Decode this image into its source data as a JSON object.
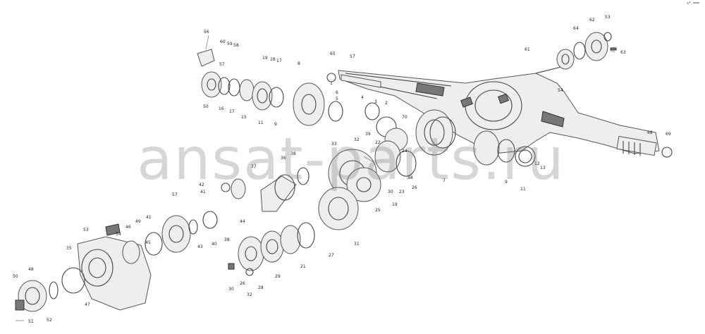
{
  "watermark": "ansat-parts.ru",
  "corner_mark": "s* ===",
  "callouts": [
    {
      "id": "c56",
      "text": "56"
    },
    {
      "id": "c60",
      "text": "60"
    },
    {
      "id": "c59",
      "text": "59"
    },
    {
      "id": "c58",
      "text": "58"
    },
    {
      "id": "c57a",
      "text": "57"
    },
    {
      "id": "c50a",
      "text": "50"
    },
    {
      "id": "c16a",
      "text": "16"
    },
    {
      "id": "c17a",
      "text": "17"
    },
    {
      "id": "c15a",
      "text": "15"
    },
    {
      "id": "c11a",
      "text": "11"
    },
    {
      "id": "c9a",
      "text": "9"
    },
    {
      "id": "c19a",
      "text": "19"
    },
    {
      "id": "c18a",
      "text": "18"
    },
    {
      "id": "c17b",
      "text": "17"
    },
    {
      "id": "c8a",
      "text": "8"
    },
    {
      "id": "c65",
      "text": "65"
    },
    {
      "id": "c57b",
      "text": "57"
    },
    {
      "id": "c1",
      "text": "1"
    },
    {
      "id": "c6",
      "text": "6"
    },
    {
      "id": "c5",
      "text": "5"
    },
    {
      "id": "c4",
      "text": "4"
    },
    {
      "id": "c3",
      "text": "3"
    },
    {
      "id": "c2",
      "text": "2"
    },
    {
      "id": "c70",
      "text": "70"
    },
    {
      "id": "c61",
      "text": "61"
    },
    {
      "id": "c64a",
      "text": "64"
    },
    {
      "id": "c62",
      "text": "62"
    },
    {
      "id": "c53",
      "text": "53"
    },
    {
      "id": "c63",
      "text": "63"
    },
    {
      "id": "c54",
      "text": "54"
    },
    {
      "id": "c68",
      "text": "68"
    },
    {
      "id": "c69",
      "text": "69"
    },
    {
      "id": "c13",
      "text": "13"
    },
    {
      "id": "c12",
      "text": "12"
    },
    {
      "id": "c11b",
      "text": "11"
    },
    {
      "id": "c9b",
      "text": "9"
    },
    {
      "id": "c7",
      "text": "7"
    },
    {
      "id": "c33",
      "text": "33"
    },
    {
      "id": "c39",
      "text": "39"
    },
    {
      "id": "c32",
      "text": "32"
    },
    {
      "id": "c24",
      "text": "24"
    },
    {
      "id": "c38",
      "text": "38"
    },
    {
      "id": "c36",
      "text": "36"
    },
    {
      "id": "c37",
      "text": "37"
    },
    {
      "id": "c42",
      "text": "42"
    },
    {
      "id": "c41a",
      "text": "41"
    },
    {
      "id": "c34",
      "text": "34"
    },
    {
      "id": "c22",
      "text": "22"
    },
    {
      "id": "c23",
      "text": "23"
    },
    {
      "id": "c26",
      "text": "26"
    },
    {
      "id": "c25",
      "text": "25"
    },
    {
      "id": "c19b",
      "text": "19"
    },
    {
      "id": "c30a",
      "text": "30"
    },
    {
      "id": "c57c",
      "text": "57"
    },
    {
      "id": "c41b",
      "text": "41"
    },
    {
      "id": "c49",
      "text": "49"
    },
    {
      "id": "c53b",
      "text": "53"
    },
    {
      "id": "c54b",
      "text": "54"
    },
    {
      "id": "c46",
      "text": "46"
    },
    {
      "id": "c45",
      "text": "45"
    },
    {
      "id": "c43",
      "text": "43"
    },
    {
      "id": "c40",
      "text": "40"
    },
    {
      "id": "c38b",
      "text": "38"
    },
    {
      "id": "c44",
      "text": "44"
    },
    {
      "id": "c27",
      "text": "27"
    },
    {
      "id": "c31",
      "text": "31"
    },
    {
      "id": "c21",
      "text": "21"
    },
    {
      "id": "c28",
      "text": "28"
    },
    {
      "id": "c29",
      "text": "29"
    },
    {
      "id": "c26b",
      "text": "26"
    },
    {
      "id": "c32b",
      "text": "32"
    },
    {
      "id": "c30b",
      "text": "30"
    },
    {
      "id": "c35",
      "text": "35"
    },
    {
      "id": "c47",
      "text": "47"
    },
    {
      "id": "c50b",
      "text": "50"
    },
    {
      "id": "c48",
      "text": "48"
    },
    {
      "id": "c51",
      "text": "51"
    },
    {
      "id": "c52",
      "text": "52"
    }
  ]
}
